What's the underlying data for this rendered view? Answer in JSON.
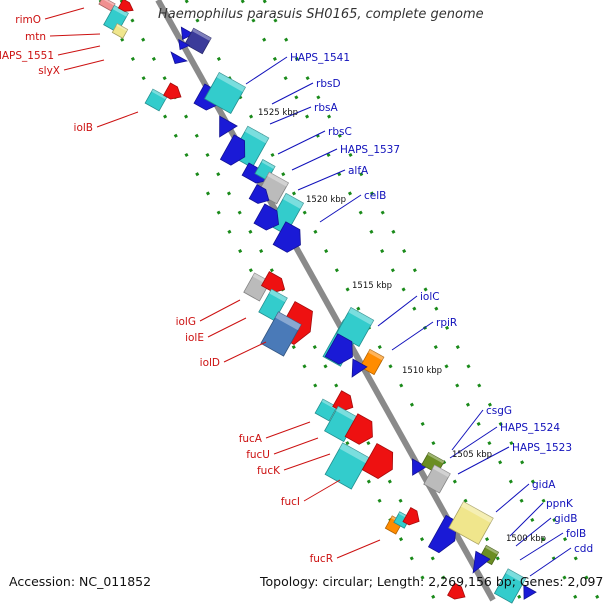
{
  "title": "Haemophilus parasuis SH0165, complete genome",
  "accession": "Accession: NC_011852",
  "summary": "Topology: circular; Length: 2,269,156 bp; Genes: 2,097",
  "colors": {
    "backbone": "#8a8a8a",
    "dots": "#1a8a1a",
    "label_left": "#cc1111",
    "label_right": "#1111bb",
    "blue": "#1a1ad6",
    "cyan": "#33cccc",
    "red": "#ee1111",
    "grey": "#bbbbbb",
    "orange": "#ff8c00",
    "olive": "#6b8e23",
    "steel": "#4a7ab8",
    "khaki": "#f0e68c",
    "indigo": "#3b3b9a",
    "pink": "#f09090"
  },
  "ticks": [
    "1525 kbp",
    "1520 kbp",
    "1515 kbp",
    "1510 kbp",
    "1505 kbp",
    "1500 kbp"
  ],
  "left_labels": [
    "rimO",
    "mtn",
    "HAPS_1551",
    "slyX",
    "iolB",
    "iolG",
    "iolE",
    "iolD",
    "fucA",
    "fucU",
    "fucK",
    "fucI",
    "fucR"
  ],
  "right_labels": [
    "HAPS_1541",
    "rbsD",
    "rbsA",
    "rbsC",
    "HAPS_1537",
    "alfA",
    "celB",
    "iolC",
    "rpiR",
    "csgG",
    "HAPS_1524",
    "HAPS_1523",
    "gidA",
    "ppnK",
    "gidB",
    "folB",
    "cdd"
  ]
}
